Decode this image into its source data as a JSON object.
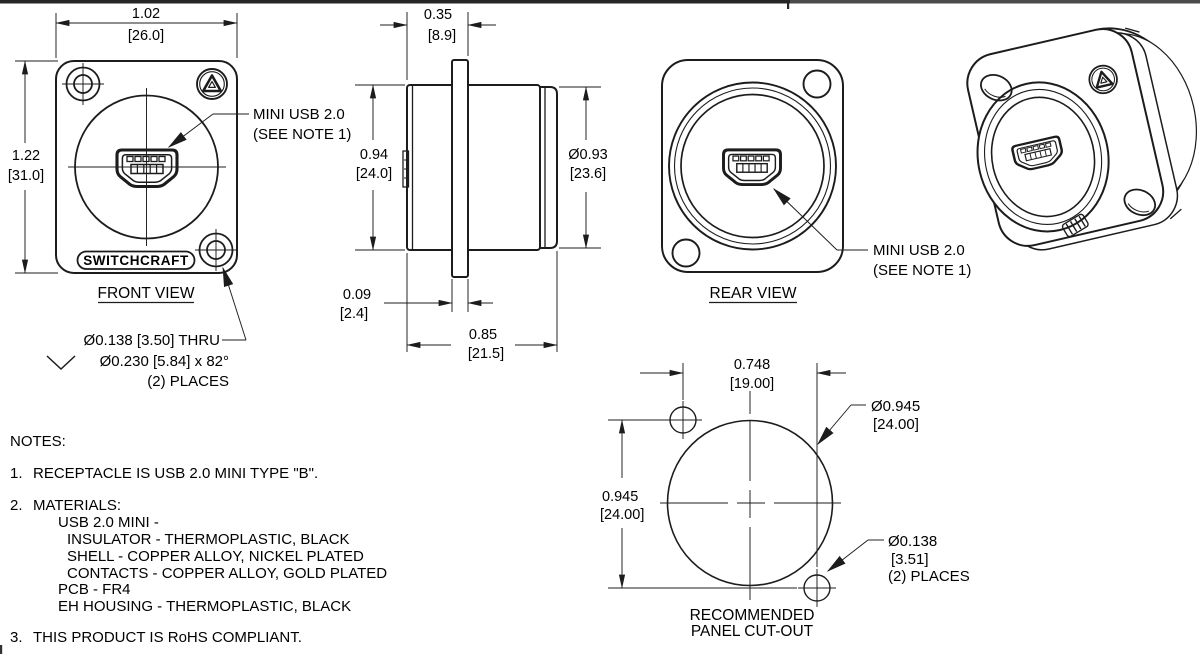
{
  "front_view": {
    "title": "FRONT VIEW",
    "brand": "SWITCHCRAFT",
    "dim_width_in": "1.02",
    "dim_width_mm": "[26.0]",
    "dim_height_in": "1.22",
    "dim_height_mm": "[31.0]",
    "usb_callout_line1": "MINI USB 2.0",
    "usb_callout_line2": "(SEE NOTE 1)",
    "hole_callout_line1": "Ø0.138 [3.50] THRU",
    "hole_callout_line2": "Ø0.230 [5.84] x 82°",
    "hole_callout_line3": "(2) PLACES"
  },
  "side_view": {
    "dim_front_in": "0.35",
    "dim_front_mm": "[8.9]",
    "dim_height_in": "0.94",
    "dim_height_mm": "[24.0]",
    "dim_dia_in": "Ø0.93",
    "dim_dia_mm": "[23.6]",
    "dim_flange_in": "0.09",
    "dim_flange_mm": "[2.4]",
    "dim_depth_in": "0.85",
    "dim_depth_mm": "[21.5]"
  },
  "rear_view": {
    "title": "REAR VIEW",
    "usb_callout_line1": "MINI USB 2.0",
    "usb_callout_line2": "(SEE NOTE 1)"
  },
  "panel_cutout": {
    "title_line1": "RECOMMENDED",
    "title_line2": "PANEL CUT-OUT",
    "dim_horiz_in": "0.748",
    "dim_horiz_mm": "[19.00]",
    "dim_vert_in": "0.945",
    "dim_vert_mm": "[24.00]",
    "dia_callout_in": "Ø0.945",
    "dia_callout_mm": "[24.00]",
    "hole_callout_line1": "Ø0.138",
    "hole_callout_line2": "[3.51]",
    "hole_callout_line3": "(2) PLACES"
  },
  "notes": {
    "heading": "NOTES:",
    "note1_num": "1.",
    "note1_text": "RECEPTACLE IS USB 2.0 MINI TYPE \"B\".",
    "note2_num": "2.",
    "note2_text": "MATERIALS:",
    "note2_lines": [
      "USB 2.0 MINI -",
      "INSULATOR - THERMOPLASTIC, BLACK",
      "SHELL - COPPER ALLOY, NICKEL PLATED",
      "CONTACTS - COPPER ALLOY, GOLD PLATED",
      "PCB - FR4",
      "EH HOUSING - THERMOPLASTIC, BLACK"
    ],
    "note3_num": "3.",
    "note3_text": "THIS PRODUCT IS RoHS COMPLIANT."
  }
}
